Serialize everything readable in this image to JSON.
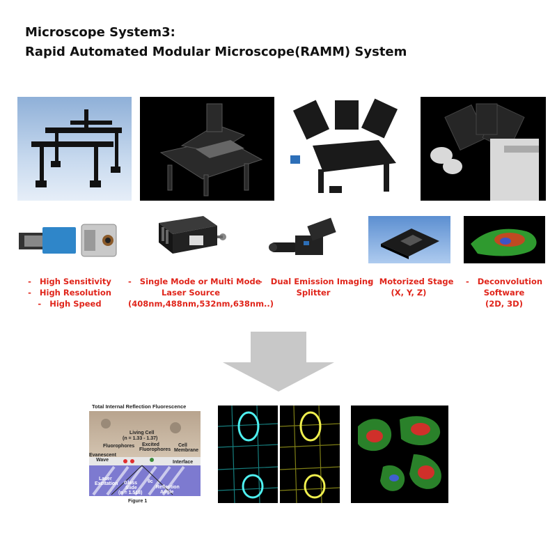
{
  "heading": {
    "line1": "Microscope System3:",
    "line2": "Rapid Automated Modular Microscope(RAMM) System"
  },
  "modules": [
    {
      "bullet": "-",
      "lines": [
        "High Sensitivity",
        "High Resolution",
        "High Speed"
      ]
    },
    {
      "bullet": "-",
      "lines": [
        "Single Mode or Multi Mode",
        "Laser Source",
        "(408nm,488nm,532nm,638nm..)"
      ]
    },
    {
      "bullet": "-",
      "lines": [
        "Dual Emission Imaging",
        "Splitter"
      ]
    },
    {
      "bullet": "-",
      "lines": [
        "Motorized Stage",
        "(X, Y, Z)"
      ]
    },
    {
      "bullet": "-",
      "lines": [
        "Deconvolution",
        "Software",
        "(2D, 3D)"
      ]
    }
  ],
  "tirf_figure": {
    "title": "Total Internal Reflection Fluorescence",
    "living_cell": "Living Cell",
    "refractive": "(n = 1.33 - 1.37)",
    "fluorophores": "Fluorophores",
    "excited": "Excited",
    "excited2": "Fluorophores",
    "cell_membrane": "Cell",
    "cell_membrane2": "Membrane",
    "evanescent": "Evanescent",
    "wave": "Wave",
    "interface": "Interface",
    "laser": "Laser",
    "excitation": "Excitation",
    "glass": "Glass",
    "slide": "Slide",
    "glass_n": "(n = 1.518)",
    "theta": "θc",
    "reflection": "Reflection",
    "angle": "Angle",
    "figure": "Figure 1"
  },
  "colors": {
    "accent_red": "#e0251b",
    "arrow_gray": "#c8c8c8"
  },
  "icons": [
    "down-arrow"
  ]
}
